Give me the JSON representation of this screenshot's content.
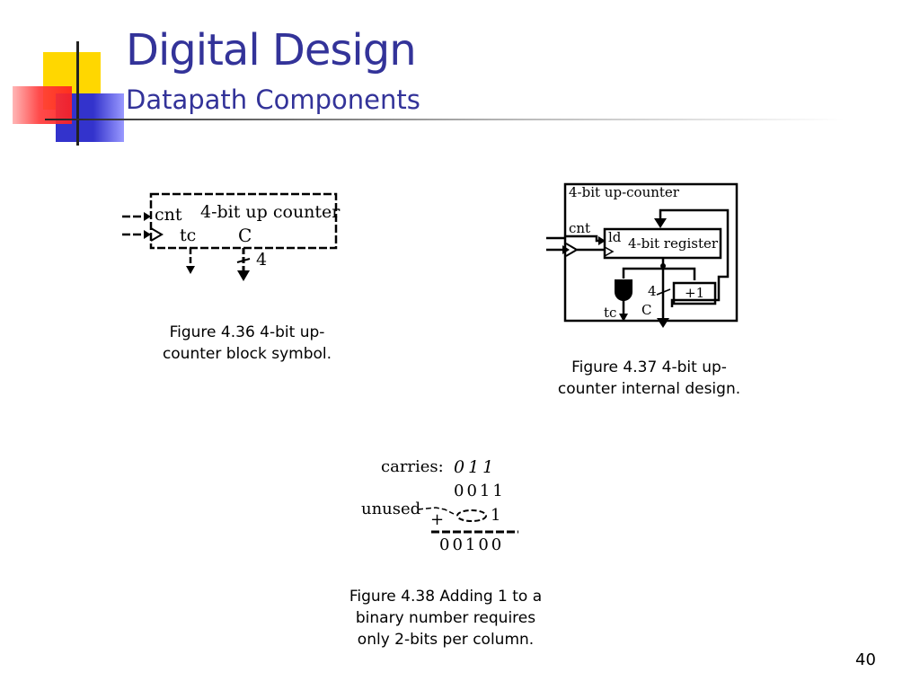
{
  "slide": {
    "title": "Digital Design",
    "subtitle": "Datapath Components",
    "page_number": "40"
  },
  "fig436": {
    "cnt": "cnt",
    "name": "4-bit up counter",
    "tc": "tc",
    "c": "C",
    "width": "4",
    "caption_line1": "Figure 4.36 4-bit up-",
    "caption_line2": "counter block symbol."
  },
  "fig437": {
    "outer_label": "4-bit up-counter",
    "cnt": "cnt",
    "ld": "ld",
    "register": "4-bit register",
    "width": "4",
    "plus_one": "+1",
    "tc": "tc",
    "c": "C",
    "caption_line1": "Figure 4.37 4-bit up-",
    "caption_line2": "counter internal design."
  },
  "fig438": {
    "carries_label": "carries:",
    "carries_value": "011",
    "operand": "0011",
    "plus_sign": "+",
    "addend": "1",
    "unused_label": "unused",
    "sum": "00100",
    "caption_line1": "Figure 4.38 Adding 1 to a",
    "caption_line2": "binary number requires",
    "caption_line3": "only 2-bits per column."
  },
  "colors": {
    "title": "#333399",
    "deco_yellow": "#ffd700",
    "deco_red": "#ff3b3b",
    "deco_blue": "#3333cc"
  }
}
